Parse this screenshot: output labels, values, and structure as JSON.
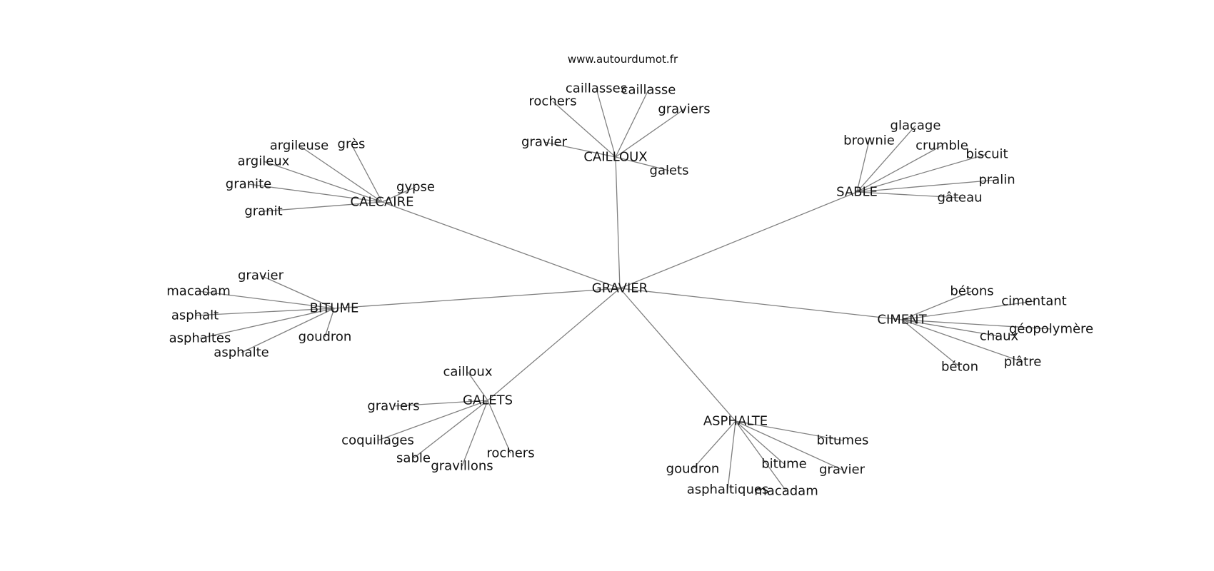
{
  "source": "www.autourdumot.fr",
  "center": "GRAVIER",
  "groups": [
    {
      "hub": "CAILLOUX",
      "words": [
        "caillasses",
        "caillasse",
        "rochers",
        "graviers",
        "gravier",
        "galets"
      ]
    },
    {
      "hub": "CALCAIRE",
      "words": [
        "argileuse",
        "grès",
        "argileux",
        "gypse",
        "granite",
        "granit"
      ]
    },
    {
      "hub": "SABLE",
      "words": [
        "glaçage",
        "brownie",
        "crumble",
        "biscuit",
        "pralin",
        "gâteau"
      ]
    },
    {
      "hub": "BITUME",
      "words": [
        "gravier",
        "macadam",
        "asphalt",
        "asphaltes",
        "goudron",
        "asphalte"
      ]
    },
    {
      "hub": "CIMENT",
      "words": [
        "bétons",
        "cimentant",
        "géopolymère",
        "chaux",
        "plâtre",
        "béton"
      ]
    },
    {
      "hub": "GALETS",
      "words": [
        "cailloux",
        "graviers",
        "coquillages",
        "sable",
        "gravillons",
        "rochers"
      ]
    },
    {
      "hub": "ASPHALTE",
      "words": [
        "bitumes",
        "goudron",
        "bitume",
        "gravier",
        "asphaltiques",
        "macadam"
      ]
    }
  ]
}
